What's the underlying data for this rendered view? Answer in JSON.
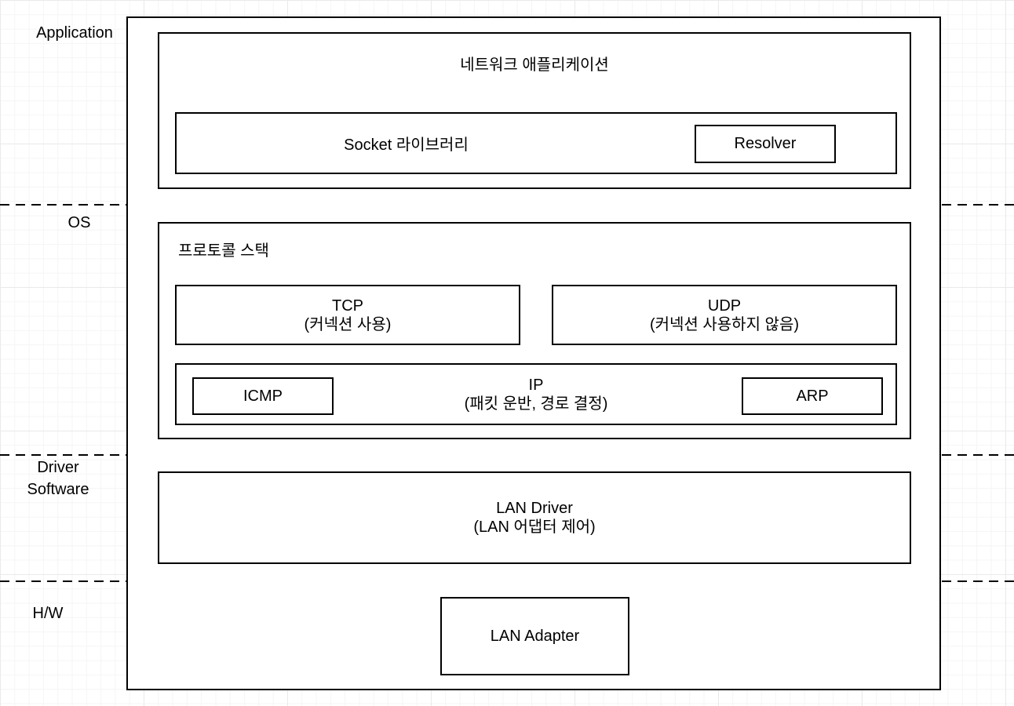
{
  "diagram": {
    "layers": {
      "application": "Application",
      "os": "OS",
      "driver_software": "Driver\nSoftware",
      "hw": "H/W"
    },
    "network_application": {
      "title": "네트워크 애플리케이션",
      "socket_library": "Socket 라이브러리",
      "resolver": "Resolver"
    },
    "protocol_stack": {
      "title": "프로토콜 스택",
      "tcp": {
        "name": "TCP",
        "desc": "(커넥션 사용)"
      },
      "udp": {
        "name": "UDP",
        "desc": "(커넥션 사용하지 않음)"
      },
      "ip": {
        "name": "IP",
        "desc": "(패킷 운반, 경로 결정)"
      },
      "icmp": "ICMP",
      "arp": "ARP"
    },
    "driver": {
      "lan_driver": {
        "name": "LAN Driver",
        "desc": "(LAN 어댑터 제어)"
      }
    },
    "hardware": {
      "lan_adapter": "LAN Adapter"
    },
    "colors": {
      "line": "#000000",
      "background": "#ffffff",
      "grid_minor": "#f5f5f5",
      "grid_major": "#eaeaea"
    }
  }
}
